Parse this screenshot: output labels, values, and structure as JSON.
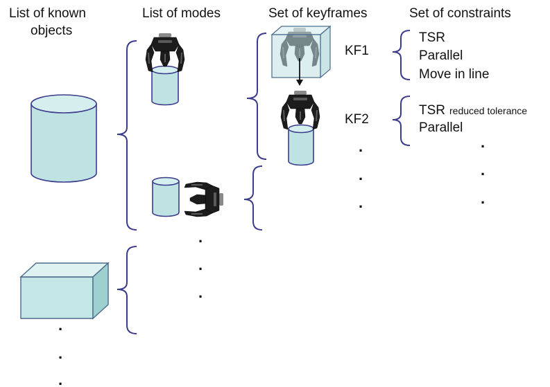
{
  "headers": {
    "known_objects_line1": "List of known",
    "known_objects_line2": "objects",
    "modes": "List of modes",
    "keyframes": "Set of keyframes",
    "constraints": "Set of constraints"
  },
  "keyframes": {
    "kf1": "KF1",
    "kf2": "KF2"
  },
  "constraints": {
    "kf1": [
      "TSR",
      "Parallel",
      "Move in line"
    ],
    "kf2_tsr": "TSR",
    "kf2_tsr_note": "reduced tolerance",
    "kf2_parallel": "Parallel"
  },
  "ellipsis": "."
}
